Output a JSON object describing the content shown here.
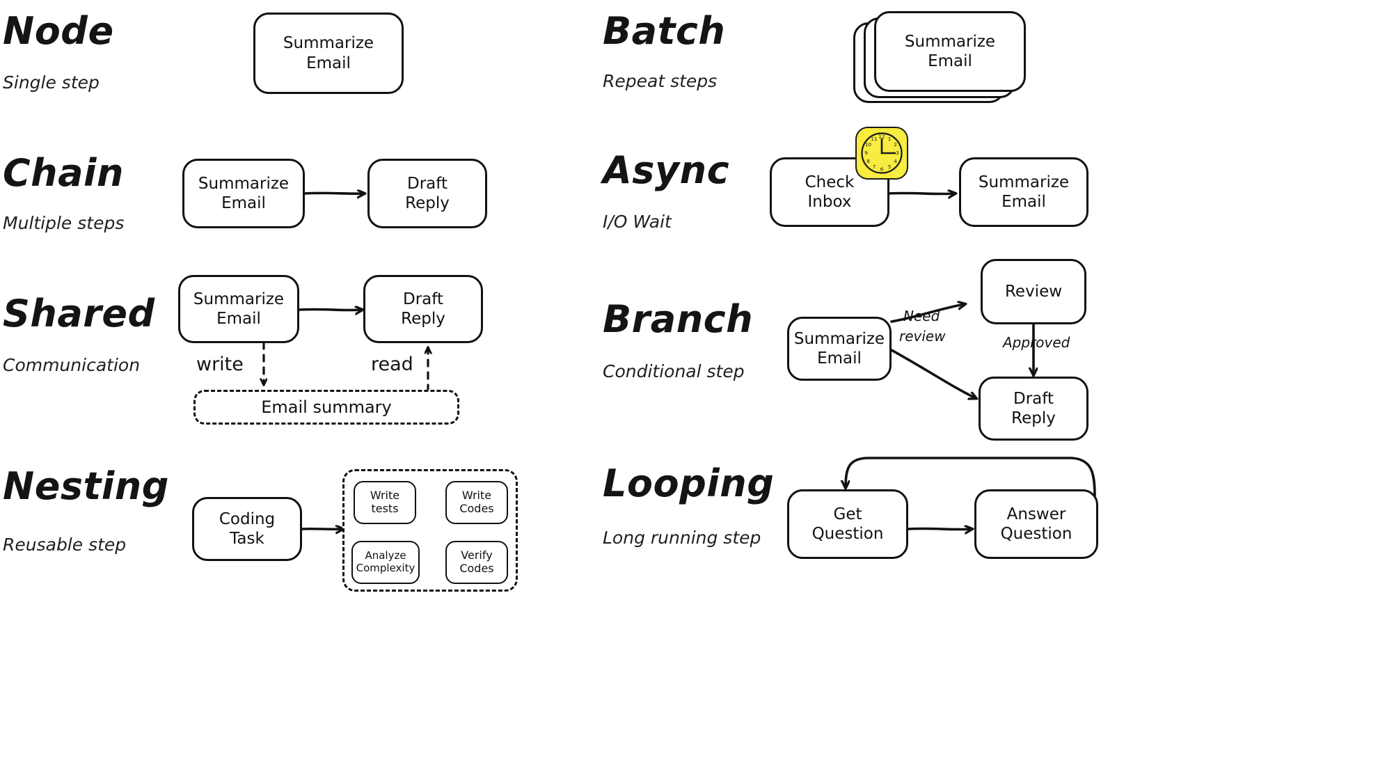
{
  "sections": [
    {
      "id": "node",
      "title": "Node",
      "subtitle": "Single step",
      "nodes": [
        {
          "label_line1": "Summarize",
          "label_line2": "Email"
        }
      ]
    },
    {
      "id": "batch",
      "title": "Batch",
      "subtitle": "Repeat steps",
      "stack_count": 3,
      "nodes": [
        {
          "label_line1": "Summarize",
          "label_line2": "Email"
        }
      ]
    },
    {
      "id": "chain",
      "title": "Chain",
      "subtitle": "Multiple steps",
      "nodes": [
        {
          "label_line1": "Summarize",
          "label_line2": "Email"
        },
        {
          "label_line1": "Draft",
          "label_line2": "Reply"
        }
      ]
    },
    {
      "id": "async",
      "title": "Async",
      "subtitle": "I/O Wait",
      "icon": "clock-icon",
      "nodes": [
        {
          "label_line1": "Check",
          "label_line2": "Inbox"
        },
        {
          "label_line1": "Summarize",
          "label_line2": "Email"
        }
      ]
    },
    {
      "id": "shared",
      "title": "Shared",
      "subtitle": "Communication",
      "nodes": [
        {
          "label_line1": "Summarize",
          "label_line2": "Email"
        },
        {
          "label_line1": "Draft",
          "label_line2": "Reply"
        }
      ],
      "store_label": "Email summary",
      "edge_labels": [
        "write",
        "read"
      ]
    },
    {
      "id": "branch",
      "title": "Branch",
      "subtitle": "Conditional step",
      "nodes": [
        {
          "label_line1": "Summarize",
          "label_line2": "Email"
        },
        {
          "label_line1": "Review",
          "label_line2": ""
        },
        {
          "label_line1": "Draft",
          "label_line2": "Reply"
        }
      ],
      "edge_labels": [
        "Need",
        "review",
        "Approved"
      ]
    },
    {
      "id": "nesting",
      "title": "Nesting",
      "subtitle": "Reusable step",
      "nodes": [
        {
          "label_line1": "Coding",
          "label_line2": "Task"
        }
      ],
      "inner_nodes": [
        {
          "label_line1": "Write",
          "label_line2": "tests"
        },
        {
          "label_line1": "Write",
          "label_line2": "Codes"
        },
        {
          "label_line1": "Verify",
          "label_line2": "Codes"
        },
        {
          "label_line1": "Analyze",
          "label_line2": "Complexity"
        }
      ]
    },
    {
      "id": "looping",
      "title": "Looping",
      "subtitle": "Long running step",
      "nodes": [
        {
          "label_line1": "Get",
          "label_line2": "Question"
        },
        {
          "label_line1": "Answer",
          "label_line2": "Question"
        }
      ]
    }
  ],
  "clock": {
    "numerals": [
      "12",
      "1",
      "2",
      "3",
      "4",
      "5",
      "6",
      "7",
      "8",
      "9",
      "10",
      "11"
    ],
    "hour_hand": "12",
    "minute_hand": "3",
    "face_color": "#f7ec3f"
  },
  "colors": {
    "ink": "#111111",
    "background": "#ffffff",
    "accent_yellow": "#f7ec3f"
  }
}
